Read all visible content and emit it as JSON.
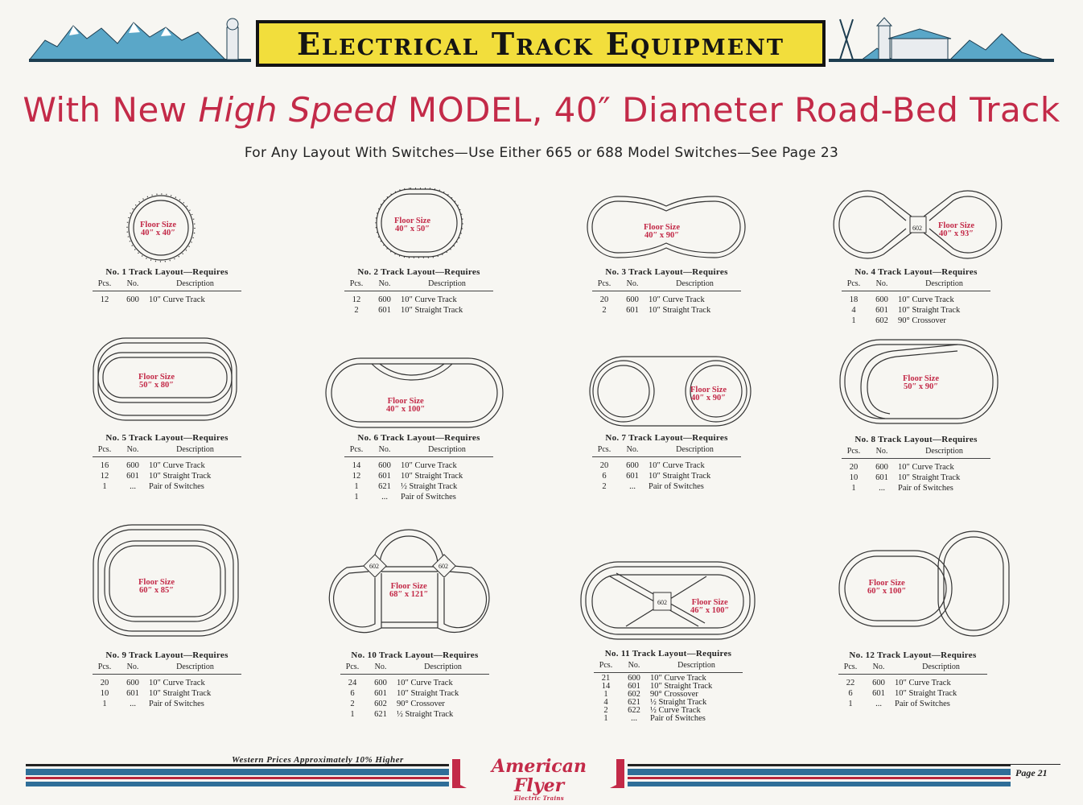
{
  "banner": {
    "title": "Electrical Track Equipment"
  },
  "headline": {
    "part1": "With New ",
    "italic": "High Speed",
    "part2": " MODEL, 40″ Diameter Road-Bed Track"
  },
  "subhead": "For Any Layout With Switches—Use Either 665 or 688 Model Switches—See Page 23",
  "table_columns": {
    "pcs": "Pcs.",
    "no": "No.",
    "desc": "Description"
  },
  "layouts": [
    {
      "title": "No. 1 Track Layout—Requires",
      "floor_label": "Floor Size",
      "floor_dims": "40″ x 40″",
      "rows": [
        {
          "pcs": "12",
          "no": "600",
          "desc": "10″ Curve Track"
        }
      ]
    },
    {
      "title": "No. 2 Track Layout—Requires",
      "floor_label": "Floor Size",
      "floor_dims": "40″ x 50″",
      "rows": [
        {
          "pcs": "12",
          "no": "600",
          "desc": "10″ Curve Track"
        },
        {
          "pcs": "2",
          "no": "601",
          "desc": "10″ Straight Track"
        }
      ]
    },
    {
      "title": "No. 3 Track Layout—Requires",
      "floor_label": "Floor Size",
      "floor_dims": "40″ x 90″",
      "rows": [
        {
          "pcs": "20",
          "no": "600",
          "desc": "10″ Curve Track"
        },
        {
          "pcs": "2",
          "no": "601",
          "desc": "10″ Straight Track"
        }
      ]
    },
    {
      "title": "No. 4 Track Layout—Requires",
      "floor_label": "Floor Size",
      "floor_dims": "40″ x 93″",
      "crossover": "602",
      "rows": [
        {
          "pcs": "18",
          "no": "600",
          "desc": "10″ Curve Track"
        },
        {
          "pcs": "4",
          "no": "601",
          "desc": "10″ Straight Track"
        },
        {
          "pcs": "1",
          "no": "602",
          "desc": "90° Crossover"
        }
      ]
    },
    {
      "title": "No. 5 Track Layout—Requires",
      "floor_label": "Floor Size",
      "floor_dims": "50″ x 80″",
      "rows": [
        {
          "pcs": "16",
          "no": "600",
          "desc": "10″ Curve Track"
        },
        {
          "pcs": "12",
          "no": "601",
          "desc": "10″ Straight Track"
        },
        {
          "pcs": "1",
          "no": "...",
          "desc": "Pair of Switches"
        }
      ]
    },
    {
      "title": "No. 6 Track Layout—Requires",
      "floor_label": "Floor Size",
      "floor_dims": "40″ x 100″",
      "rows": [
        {
          "pcs": "14",
          "no": "600",
          "desc": "10″ Curve Track"
        },
        {
          "pcs": "12",
          "no": "601",
          "desc": "10″ Straight Track"
        },
        {
          "pcs": "1",
          "no": "621",
          "desc": "½ Straight Track"
        },
        {
          "pcs": "1",
          "no": "...",
          "desc": "Pair of Switches"
        }
      ]
    },
    {
      "title": "No. 7 Track Layout—Requires",
      "floor_label": "Floor Size",
      "floor_dims": "40″ x 90″",
      "rows": [
        {
          "pcs": "20",
          "no": "600",
          "desc": "10″ Curve Track"
        },
        {
          "pcs": "6",
          "no": "601",
          "desc": "10″ Straight Track"
        },
        {
          "pcs": "2",
          "no": "...",
          "desc": "Pair of Switches"
        }
      ]
    },
    {
      "title": "No. 8 Track Layout—Requires",
      "floor_label": "Floor Size",
      "floor_dims": "50″ x 90″",
      "rows": [
        {
          "pcs": "20",
          "no": "600",
          "desc": "10″ Curve Track"
        },
        {
          "pcs": "10",
          "no": "601",
          "desc": "10″ Straight Track"
        },
        {
          "pcs": "1",
          "no": "...",
          "desc": "Pair of Switches"
        }
      ]
    },
    {
      "title": "No. 9 Track Layout—Requires",
      "floor_label": "Floor Size",
      "floor_dims": "60″ x 85″",
      "rows": [
        {
          "pcs": "20",
          "no": "600",
          "desc": "10″ Curve Track"
        },
        {
          "pcs": "10",
          "no": "601",
          "desc": "10″ Straight Track"
        },
        {
          "pcs": "1",
          "no": "...",
          "desc": "Pair of Switches"
        }
      ]
    },
    {
      "title": "No. 10 Track Layout—Requires",
      "floor_label": "Floor Size",
      "floor_dims": "68″ x 121″",
      "crossover": "602",
      "rows": [
        {
          "pcs": "24",
          "no": "600",
          "desc": "10″ Curve Track"
        },
        {
          "pcs": "6",
          "no": "601",
          "desc": "10″ Straight Track"
        },
        {
          "pcs": "2",
          "no": "602",
          "desc": "90° Crossover"
        },
        {
          "pcs": "1",
          "no": "621",
          "desc": "½ Straight Track"
        }
      ]
    },
    {
      "title": "No. 11 Track Layout—Requires",
      "floor_label": "Floor Size",
      "floor_dims": "46″ x 100″",
      "crossover": "602",
      "rows": [
        {
          "pcs": "21",
          "no": "600",
          "desc": "10″ Curve Track"
        },
        {
          "pcs": "14",
          "no": "601",
          "desc": "10″ Straight Track"
        },
        {
          "pcs": "1",
          "no": "602",
          "desc": "90° Crossover"
        },
        {
          "pcs": "4",
          "no": "621",
          "desc": "½ Straight Track"
        },
        {
          "pcs": "2",
          "no": "622",
          "desc": "½ Curve Track"
        },
        {
          "pcs": "1",
          "no": "...",
          "desc": "Pair of Switches"
        }
      ]
    },
    {
      "title": "No. 12 Track Layout—Requires",
      "floor_label": "Floor Size",
      "floor_dims": "60″ x 100″",
      "rows": [
        {
          "pcs": "22",
          "no": "600",
          "desc": "10″ Curve Track"
        },
        {
          "pcs": "6",
          "no": "601",
          "desc": "10″ Straight Track"
        },
        {
          "pcs": "1",
          "no": "...",
          "desc": "Pair of Switches"
        }
      ]
    }
  ],
  "footer": {
    "note": "Western Prices Approximately 10% Higher",
    "logo": "American Flyer",
    "logo_tagline": "Electric Trains",
    "page": "Page 21"
  },
  "colors": {
    "accent_red": "#c32a48",
    "banner_yellow": "#f2de3c",
    "mountain_blue": "#5aa7c8",
    "stripe_blue": "#2f6e98",
    "stripe_red": "#b8263c"
  }
}
